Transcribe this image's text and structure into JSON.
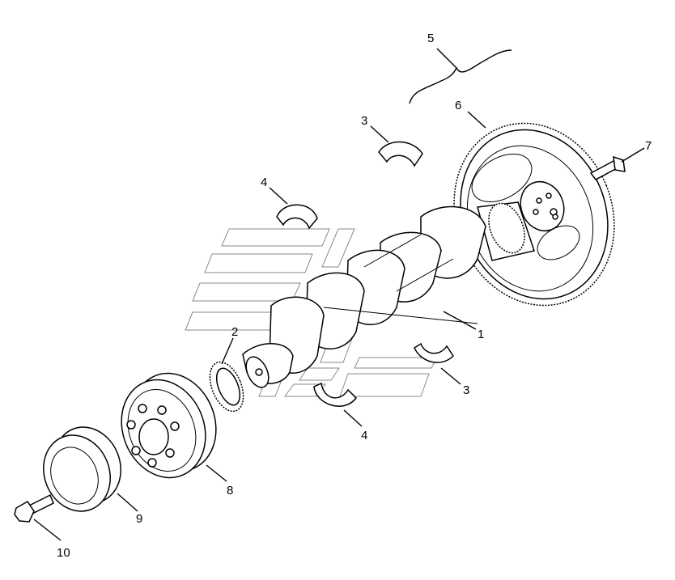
{
  "callouts": [
    {
      "id": "c1",
      "label": "1"
    },
    {
      "id": "c2",
      "label": "2"
    },
    {
      "id": "c3a",
      "label": "3"
    },
    {
      "id": "c3b",
      "label": "3"
    },
    {
      "id": "c4a",
      "label": "4"
    },
    {
      "id": "c4b",
      "label": "4"
    },
    {
      "id": "c5",
      "label": "5"
    },
    {
      "id": "c6",
      "label": "6"
    },
    {
      "id": "c7",
      "label": "7"
    },
    {
      "id": "c8",
      "label": "8"
    },
    {
      "id": "c9",
      "label": "9"
    },
    {
      "id": "c10",
      "label": "10"
    }
  ],
  "colors": {
    "line": "#000000",
    "watermark": "#8a8a8a",
    "background": "#ffffff"
  }
}
